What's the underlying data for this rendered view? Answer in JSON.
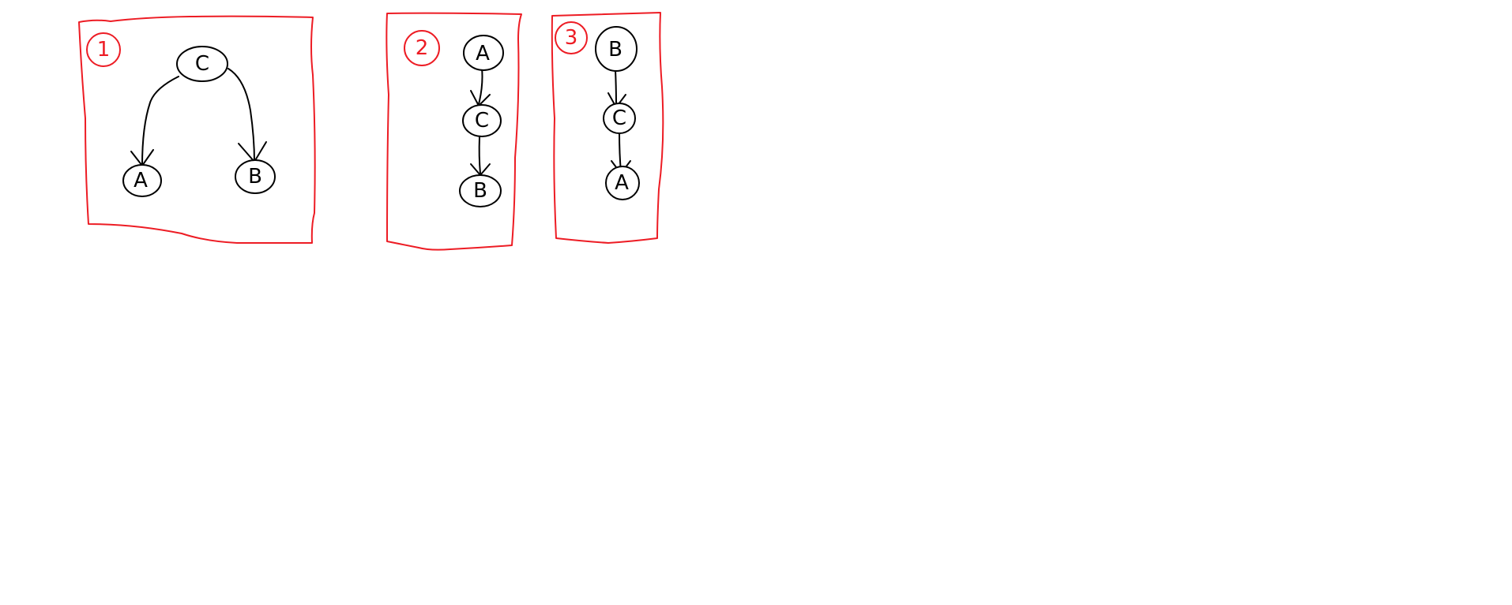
{
  "colors": {
    "background": "#ffffff",
    "frame": "#ed1c24",
    "badge": "#ed1c24",
    "ink": "#000000"
  },
  "panels": [
    {
      "badge": "1",
      "nodes": [
        {
          "id": "C",
          "label": "C"
        },
        {
          "id": "A",
          "label": "A"
        },
        {
          "id": "B",
          "label": "B"
        }
      ],
      "edges": [
        {
          "from": "C",
          "to": "A"
        },
        {
          "from": "C",
          "to": "B"
        }
      ]
    },
    {
      "badge": "2",
      "nodes": [
        {
          "id": "A",
          "label": "A"
        },
        {
          "id": "C",
          "label": "C"
        },
        {
          "id": "B",
          "label": "B"
        }
      ],
      "edges": [
        {
          "from": "A",
          "to": "C"
        },
        {
          "from": "C",
          "to": "B"
        }
      ]
    },
    {
      "badge": "3",
      "nodes": [
        {
          "id": "B",
          "label": "B"
        },
        {
          "id": "C",
          "label": "C"
        },
        {
          "id": "A",
          "label": "A"
        }
      ],
      "edges": [
        {
          "from": "B",
          "to": "C"
        },
        {
          "from": "C",
          "to": "A"
        }
      ]
    }
  ]
}
